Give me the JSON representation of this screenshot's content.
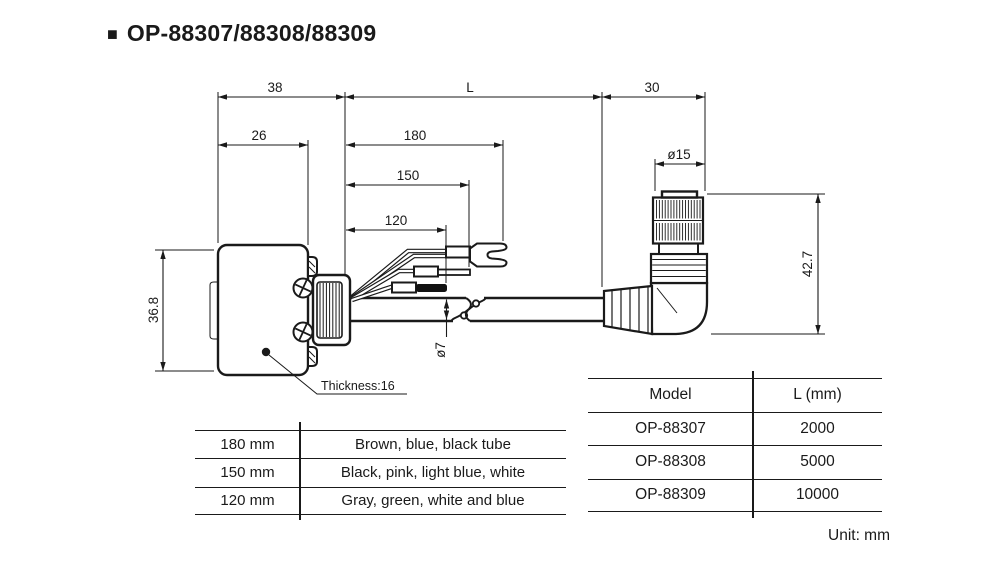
{
  "page": {
    "title": "OP-88307/88308/88309",
    "title_bullet": "■",
    "unit_note": "Unit: mm"
  },
  "drawing": {
    "labels": {
      "width_total": "38",
      "length_var": "L",
      "connector_len": "30",
      "body_width": "26",
      "wire_180": "180",
      "wire_150": "150",
      "wire_120": "120",
      "connector_dia": "ø15",
      "connector_height": "42.7",
      "body_height": "36.8",
      "cable_dia": "ø7",
      "thickness_note": "Thickness:16"
    }
  },
  "wire_table": {
    "rows": [
      {
        "length": "180 mm",
        "colors": "Brown, blue, black tube"
      },
      {
        "length": "150 mm",
        "colors": "Black, pink, light blue, white"
      },
      {
        "length": "120 mm",
        "colors": "Gray, green, white and blue"
      }
    ]
  },
  "model_table": {
    "headers": {
      "model": "Model",
      "length": "L (mm)"
    },
    "rows": [
      {
        "model": "OP-88307",
        "length": "2000"
      },
      {
        "model": "OP-88308",
        "length": "5000"
      },
      {
        "model": "OP-88309",
        "length": "10000"
      }
    ]
  },
  "colors": {
    "line": "#1a1a1a",
    "bg": "#ffffff"
  }
}
